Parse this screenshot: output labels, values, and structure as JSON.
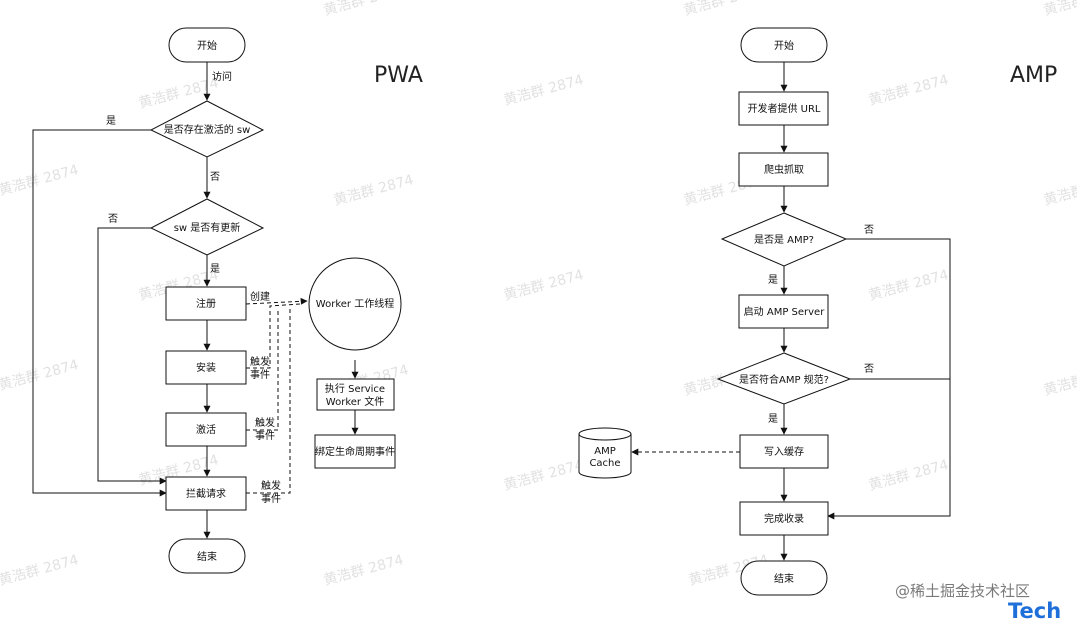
{
  "pwa": {
    "title": "PWA",
    "start": "开始",
    "visit": "访问",
    "active_sw_check": "是否存在激活的 sw",
    "yes": "是",
    "no": "否",
    "sw_update_check": "sw 是否有更新",
    "register": "注册",
    "install": "安装",
    "activate": "激活",
    "intercept": "拦截请求",
    "end": "结束",
    "create": "创建",
    "trigger_event": [
      "触发",
      "事件"
    ],
    "worker_thread": "Worker 工作线程",
    "exec_file": [
      "执行 Service",
      "Worker 文件"
    ],
    "bind_events": "绑定生命周期事件"
  },
  "amp": {
    "title": "AMP",
    "start": "开始",
    "dev_url": "开发者提供 URL",
    "crawl": "爬虫抓取",
    "is_amp": "是否是 AMP?",
    "yes": "是",
    "no": "否",
    "start_server": "启动 AMP Server",
    "conforms": "是否符合AMP 规范?",
    "write_cache": "写入缓存",
    "cache": [
      "AMP",
      "Cache"
    ],
    "done": "完成收录",
    "end": "结束"
  },
  "watermark": "黄浩群 2874",
  "footer": {
    "site": "@稀土掘金技术社区",
    "tech": "Tech"
  }
}
